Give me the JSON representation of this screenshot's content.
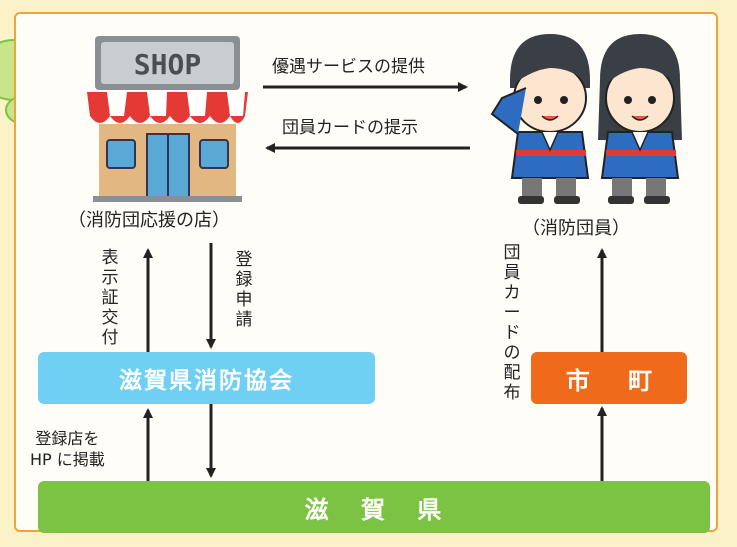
{
  "labels": {
    "preferential_service": "優遇サービスの提供",
    "present_card": "団員カードの提示",
    "shop_caption": "（消防団応援の店）",
    "member_caption": "（消防団員）",
    "display_certificate": "表示証交付",
    "registration_application": "登録申請",
    "card_distribution": "団員カードの配布",
    "hp_posting_line1": "登録店を",
    "hp_posting_line2": "HP に掲載"
  },
  "boxes": {
    "association": "滋賀県消防協会",
    "city": "市 町",
    "prefecture": "滋 賀 県"
  },
  "shop_sign": "SHOP",
  "colors": {
    "association": "#6fd0f4",
    "city": "#f06a1c",
    "prefecture": "#7cc243",
    "frame": "#f2a23a",
    "background": "#fbf3c7"
  },
  "icons": [
    "shop-illustration",
    "firefighter-saluting-illustration",
    "firefighter-standing-illustration"
  ]
}
